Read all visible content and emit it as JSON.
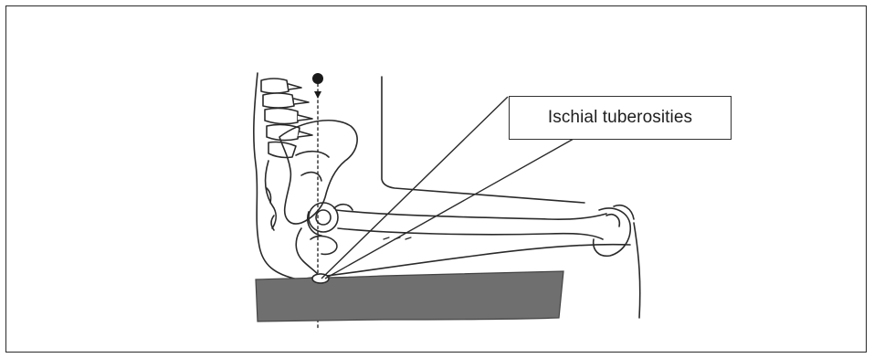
{
  "diagram": {
    "callout_label": "Ischial tuberosities",
    "colors": {
      "line": "#2a2a2a",
      "seat": "#6f6f6f",
      "frame": "#2a2a2a"
    },
    "parts": [
      "spine",
      "pelvis",
      "femur",
      "knee",
      "plumb-bob",
      "seat-cushion",
      "chair-back",
      "ischial-tuberosity"
    ]
  }
}
